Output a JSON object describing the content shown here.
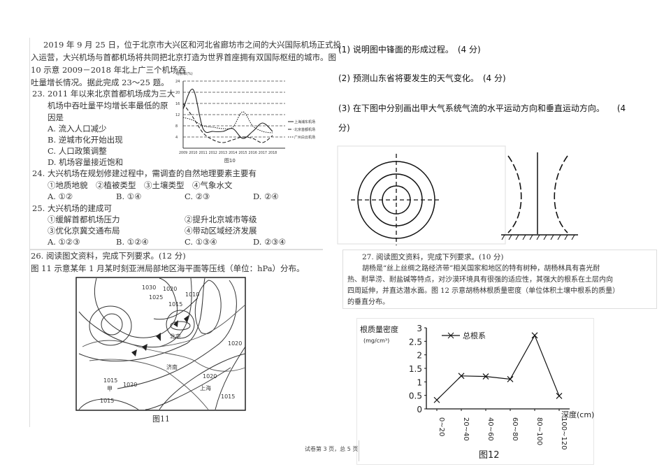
{
  "left": {
    "intro": [
      "2019 年 9 月 25 日，位于北京市大兴区和河北省廊坊市之间的大兴国际机场正式投",
      "入运营，大兴机场与首都机场将共同把北京打造为世界首座拥有双国际枢纽的城市。图",
      "10 示意 2009－2018 年北上广三个机场吞",
      "吐量增长情况。据此完成 23～25 题。"
    ],
    "q23": {
      "stem": [
        "23. 2011 年以来北京首都机场成为三大",
        "机场中吞吐量平均增长率最低的原",
        "因是"
      ],
      "options": [
        "A. 流入人口减少",
        "B. 逆城市化开始出现",
        "C. 人口政策调整",
        "D. 机场容量接近饱和"
      ]
    },
    "q24": {
      "stem": "24. 大兴机场在规划修建过程中，需调查的自然地理要素主要有",
      "items": "①地质地貌　②植被类型　③土壤类型　④气象水文",
      "options": [
        "A. ①②",
        "B. ①④",
        "C. ②③",
        "D. ②④"
      ]
    },
    "q25": {
      "stem": "25. 大兴机场的建成可",
      "items": [
        "①缓解首都机场压力",
        "②提升北京城市等级",
        "③优化京冀交通布局",
        "④带动区域经济发展"
      ],
      "options": [
        "A. ①②③",
        "B. ①②④",
        "C. ①③④",
        "D. ②③④"
      ]
    },
    "q26": {
      "stem": "26. 阅读图文资料，完成下列要求。(12 分)",
      "desc": "图 11 示意某年 1 月某时刻亚洲局部地区海平面等压线（单位：hPa）分布。"
    },
    "fig11": {
      "caption": "图11",
      "labels": [
        "1030",
        "1025",
        "1020",
        "1015",
        "1010",
        "北京",
        "1020",
        "济南",
        "1020",
        "上海",
        "1015",
        "1015",
        "甲",
        "1020",
        "1015"
      ]
    }
  },
  "right": {
    "q26_parts": [
      "(1) 说明图中锋面的形成过程。　(4 分)",
      "(2) 预测山东省将要发生的天气变化。　(4 分)",
      "(3) 在下图中分别画出甲大气系统气流的水平运动方向和垂直运动方向。　　(4",
      "分)"
    ],
    "q27": {
      "stem": "27. 阅读图文资料，完成下列要求。(10 分)",
      "desc": [
        "胡杨是“丝上丝绸之路经济带”相关国家和地区的特有树种，胡杨林具有喜光耐",
        "热、耐旱涝、耐盐碱等特点，对沙漠环境具有很强的适应性，其强大的根系在土层内向",
        "四周延伸，并直达潜水面。图 12 示意胡杨林根质量密度（单位体积土壤中根系的质量）",
        "的垂直分布。"
      ]
    }
  },
  "footer": "试卷第 3 页，总 5 页",
  "chart_data": [
    {
      "type": "line",
      "title": "图10",
      "ylabel": "增长率(%)",
      "ylim": [
        0,
        24
      ],
      "yticks": [
        4,
        8,
        12,
        16,
        20,
        24
      ],
      "categories": [
        "2009",
        "2010",
        "2011",
        "2012",
        "2013",
        "2014",
        "2015",
        "2016",
        "2017",
        "2018"
      ],
      "grid": true,
      "legend": "right",
      "series": [
        {
          "name": "上海浦东机场",
          "values": [
            14,
            21,
            7,
            6,
            6,
            7,
            3.5,
            6,
            9,
            6
          ],
          "style": "solid"
        },
        {
          "name": "北京首都机场",
          "values": [
            16,
            11,
            5.5,
            3,
            2,
            3,
            4,
            3.5,
            2,
            4.5
          ],
          "style": "dashed"
        },
        {
          "name": "广州白云机场",
          "values": [
            11,
            10,
            8,
            7.5,
            7,
            7.5,
            13,
            8,
            6,
            5.5
          ],
          "style": "dotted"
        }
      ]
    },
    {
      "type": "line",
      "title": "图12",
      "ylabel": "根质量密度 (mg/cm³)",
      "xlabel": "深度(cm)",
      "ylim": [
        0,
        3
      ],
      "yticks": [
        "0",
        "0.5",
        "1",
        "1.5",
        "2",
        "2.5",
        "3"
      ],
      "categories": [
        "0~20",
        "20~40",
        "40~60",
        "60~80",
        "80~100",
        "100~120"
      ],
      "legend": "top-left",
      "series": [
        {
          "name": "总根系",
          "values": [
            0.33,
            1.22,
            1.2,
            1.1,
            2.72,
            0.48
          ]
        }
      ]
    }
  ]
}
